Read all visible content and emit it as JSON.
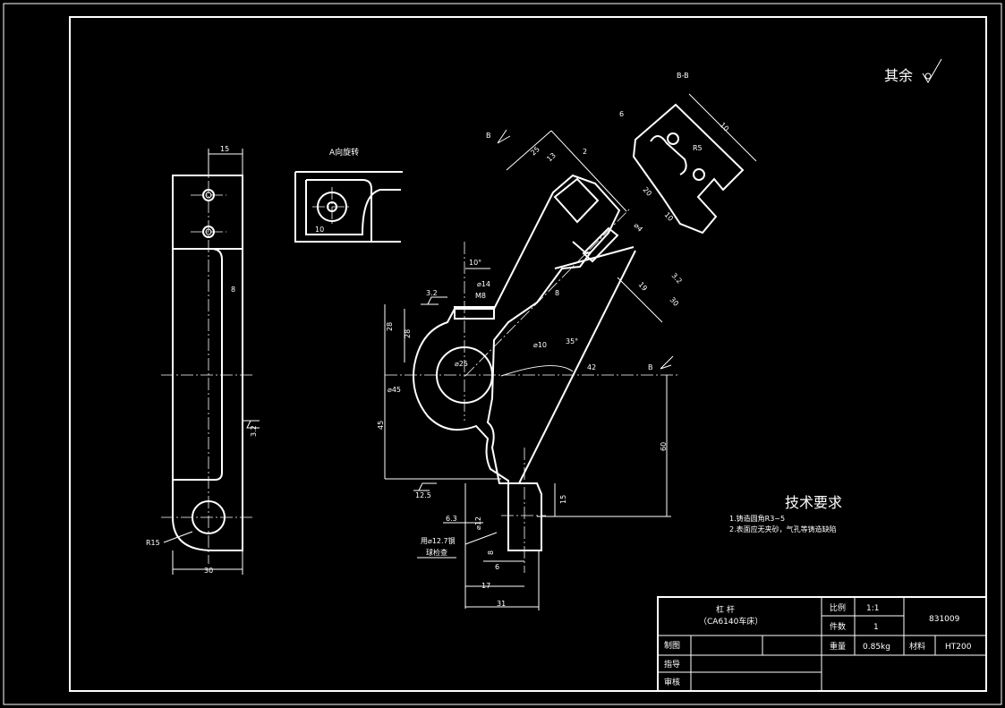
{
  "views": {
    "rotated_view_label": "A向旋转",
    "section_label": "B-B",
    "cut_label": "B",
    "surface_note": "其余"
  },
  "dimensions": {
    "left_view": {
      "top_width": "15",
      "bottom_width": "30",
      "wall": "8",
      "radius": "R15",
      "roughness": "3.2"
    },
    "rotated_view": {
      "width": "10"
    },
    "main_view": {
      "angle_10": "10°",
      "phi14": "⌀14",
      "m8": "M8",
      "r3_2": "3.2",
      "d28a": "28",
      "d28b": "28",
      "phi45": "⌀45",
      "phi25": "⌀25",
      "phi10": "⌀10",
      "angle_35": "35°",
      "d42": "42",
      "d45": "45",
      "d60": "60",
      "d15": "15",
      "r12_5": "12.5",
      "r6_3": "6.3",
      "phi12": "⌀12",
      "d8": "8",
      "d6": "6",
      "d17": "17",
      "d31": "31",
      "ball_note_1": "用⌀12.7钢",
      "ball_note_2": "球检查",
      "d25": "25",
      "d13": "13",
      "d2": "2",
      "d20": "20",
      "d10": "10",
      "phi4": "⌀4",
      "d19": "19",
      "d30": "30",
      "r3_2b": "3.2",
      "d8b": "8"
    },
    "section_view": {
      "d10": "10",
      "d6": "6",
      "r5": "R5"
    }
  },
  "tech_requirements": {
    "title": "技术要求",
    "items": [
      "1.铸造圆角R3~5",
      "2.表面应无夹砂，气孔等铸造缺陷"
    ]
  },
  "title_block": {
    "part_name": "杠  杆",
    "machine": "（CA6140车床）",
    "scale_label": "比例",
    "scale_value": "1:1",
    "qty_label": "件数",
    "qty_value": "1",
    "drawing_no": "831009",
    "weight_label": "重量",
    "weight_value": "0.85kg",
    "material_label": "材料",
    "material_value": "HT200",
    "drawn_label": "制图",
    "guide_label": "指导",
    "review_label": "审核"
  }
}
